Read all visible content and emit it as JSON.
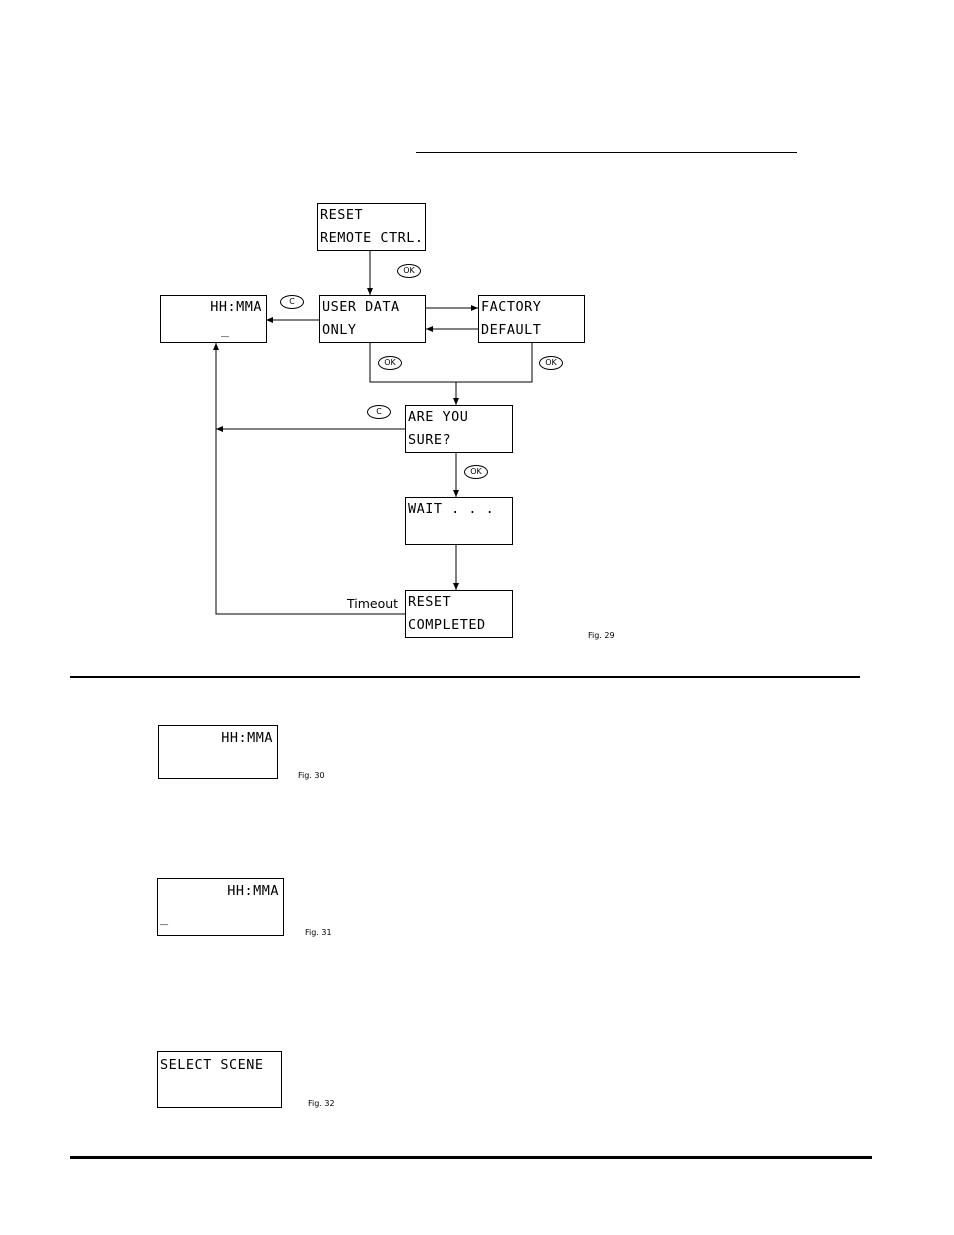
{
  "flowchart": {
    "reset_remote": {
      "line1": "RESET",
      "line2": "REMOTE CTRL."
    },
    "user_data_only": {
      "line1": "USER DATA",
      "line2": "ONLY"
    },
    "factory_default": {
      "line1": "FACTORY",
      "line2": "DEFAULT"
    },
    "clock_display": {
      "line1": "HH:MMA",
      "line2": "_"
    },
    "are_you_sure": {
      "line1": "ARE YOU",
      "line2": "SURE?"
    },
    "wait": {
      "line1": "WAIT . . .",
      "line2": ""
    },
    "reset_completed": {
      "line1": "RESET",
      "line2": "COMPLETED"
    },
    "button_ok": "OK",
    "button_c": "C",
    "timeout_label": "Timeout",
    "figure_caption": "Fig. 29"
  },
  "fig30": {
    "line1": "HH:MMA",
    "caption": "Fig. 30"
  },
  "fig31": {
    "line1": "HH:MMA",
    "line2": "_",
    "caption": "Fig. 31"
  },
  "fig32": {
    "line1": "SELECT SCENE",
    "caption": "Fig. 32"
  }
}
